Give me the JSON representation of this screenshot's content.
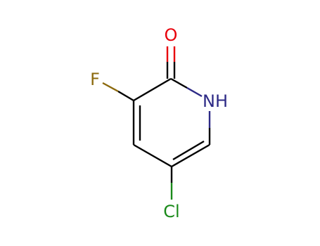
{
  "atoms": {
    "oxygen": {
      "symbol": "O",
      "color": "#e8000b"
    },
    "fluorine": {
      "symbol": "F",
      "color": "#8c6a0e"
    },
    "nitrogen": {
      "symbol": "NH",
      "color": "#2d2a86"
    },
    "chlorine": {
      "symbol": "Cl",
      "color": "#1a8a1a"
    }
  },
  "bond_color": "#000000"
}
